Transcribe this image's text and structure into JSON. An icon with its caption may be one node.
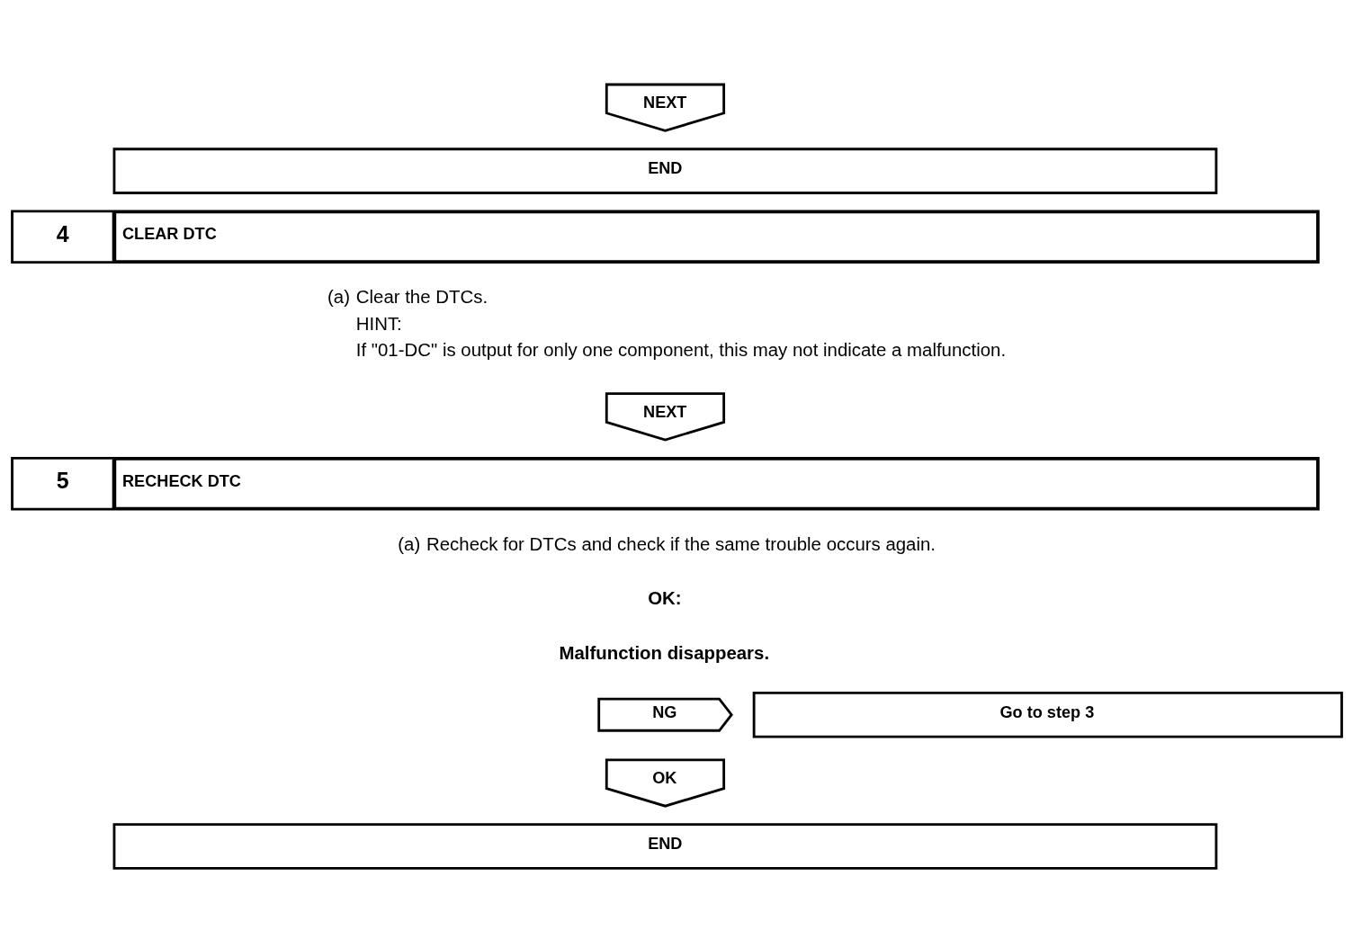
{
  "diagram": {
    "nodes": [
      {
        "text": [
          "NEXT"
        ]
      },
      {
        "text": [
          "END"
        ]
      },
      {
        "text": [
          "4",
          "CLEAR DTC"
        ],
        "beside": [
          "(a)",
          "Clear the DTCs.",
          "HINT:",
          "If \"01-DC\" is output for only one component, this may not indicate a malfunction."
        ]
      },
      {
        "text": [
          "NEXT"
        ]
      },
      {
        "text": [
          "5",
          "RECHECK DTC"
        ],
        "beside": [
          "(a)",
          "Recheck for DTCs and check if the same trouble occurs again."
        ]
      },
      {
        "text": [
          "NG"
        ]
      },
      {
        "text": [
          "Go to step 3"
        ]
      },
      {
        "text": [
          "OK"
        ]
      },
      {
        "text": [
          "END"
        ]
      }
    ],
    "edges": [],
    "labels": [
      "OK:",
      "Malfunction disappears."
    ]
  }
}
